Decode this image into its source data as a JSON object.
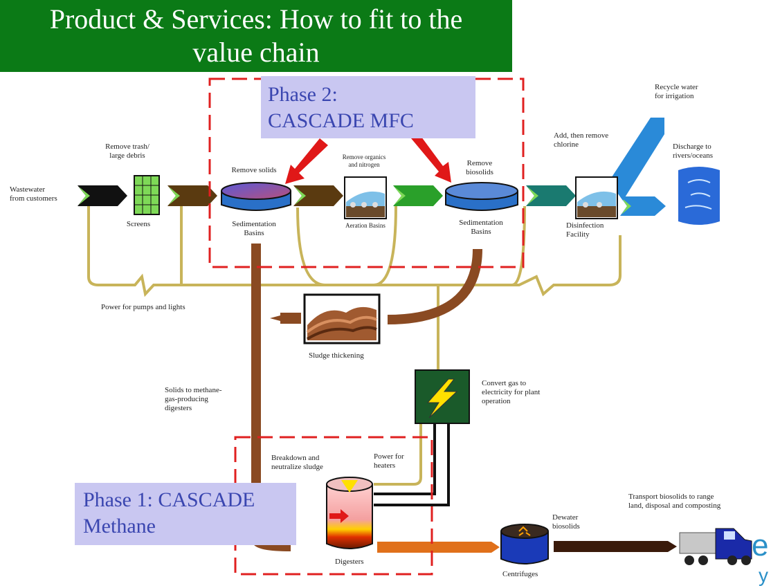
{
  "title": {
    "line1": "Product & Services: How to fit to the",
    "line2": "value chain"
  },
  "phase2": {
    "line1": "Phase 2:",
    "line2": "CASCADE MFC"
  },
  "phase1": {
    "line1": "Phase 1: CASCADE",
    "line2": "Methane"
  },
  "labels": {
    "wastewater": "Wastewater\nfrom customers",
    "remove_trash": "Remove trash/\nlarge debris",
    "screens": "Screens",
    "remove_solids": "Remove solids",
    "sed_basins_1": "Sedimentation\nBasins",
    "remove_organics": "Remove organics\nand nitrogen",
    "aeration_basins": "Aeration Basins",
    "remove_biosolids": "Remove\nbiosolids",
    "sed_basins_2": "Sedimentation\nBasins",
    "add_remove_chlorine": "Add, then remove\nchlorine",
    "disinfection": "Disinfection\nFacility",
    "recycle_water": "Recycle water\nfor irrigation",
    "discharge": "Discharge to\nrivers/oceans",
    "power_pumps": "Power for pumps and lights",
    "sludge_thickening": "Sludge thickening",
    "solids_to_methane": "Solids to methane-\ngas-producing\ndigesters",
    "convert_gas": "Convert gas to\nelectricity for plant\noperation",
    "breakdown": "Breakdown and\nneutralize sludge",
    "power_heaters": "Power for\nheaters",
    "digesters": "Digesters",
    "dewater": "Dewater\nbiosolids",
    "centrifuges": "Centrifuges",
    "transport": "Transport biosolids to range\nland, disposal and composting"
  },
  "corner": {
    "e": "e",
    "y": "y"
  },
  "colors": {
    "title_bg": "#0b7a16",
    "phase_box_bg": "#c9c7f1",
    "phase_text": "#3a46b0",
    "dashed_red": "#e02020",
    "power_line": "#c8b45a",
    "sludge_brown": "#8a4a22",
    "water_blue": "#2a8ad8"
  }
}
